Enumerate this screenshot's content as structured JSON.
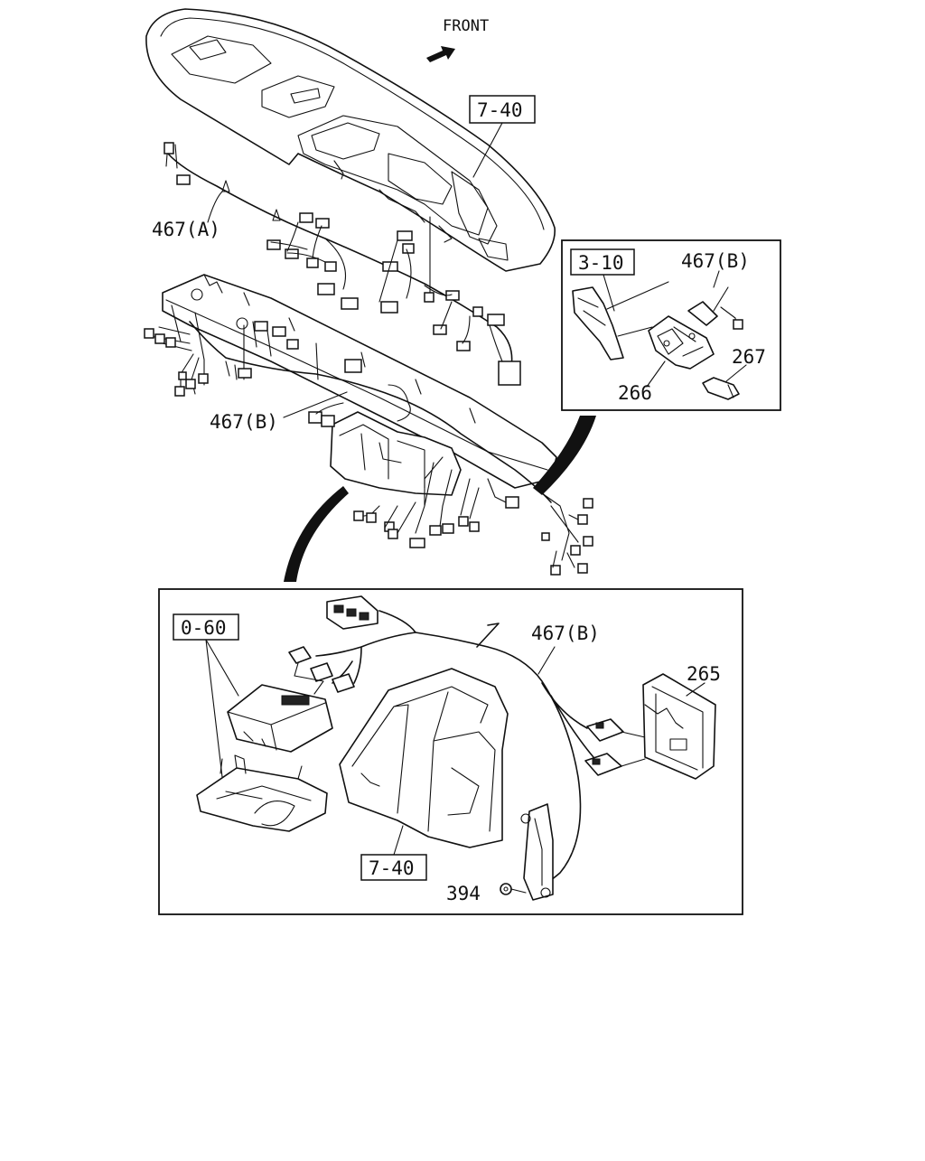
{
  "front_label": "FRONT",
  "labels": {
    "harness_a": "467(A)",
    "harness_b_main": "467(B)",
    "harness_b_inset_top": "467(B)",
    "harness_b_inset_bottom": "467(B)",
    "part_266": "266",
    "part_267": "267",
    "part_265": "265",
    "part_394": "394"
  },
  "ref_boxes": {
    "dash_panel_top": "7-40",
    "inset_top": "3-10",
    "inset_bottom_left": "0-60",
    "inset_bottom": "7-40"
  }
}
